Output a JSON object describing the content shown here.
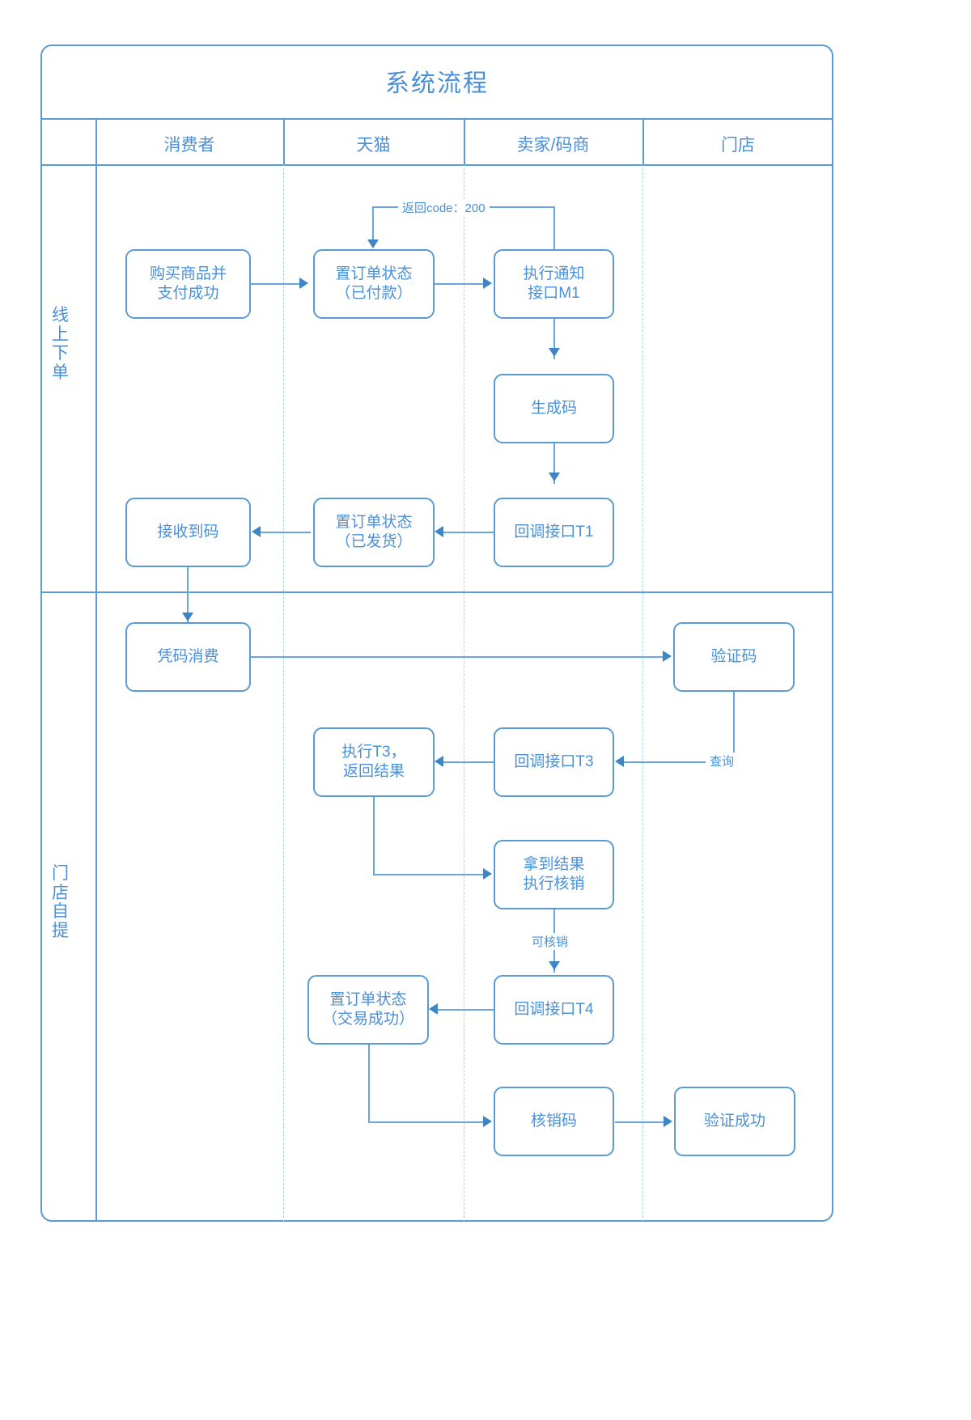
{
  "diagram": {
    "title": "系统流程",
    "columns": [
      "消费者",
      "天猫",
      "卖家/码商",
      "门店"
    ],
    "swimlanes": [
      {
        "label": "线上下单"
      },
      {
        "label": "门店自提"
      }
    ],
    "nodes": {
      "buy": "购买商品并\n支付成功",
      "buy_l1": "购买商品并",
      "buy_l2": "支付成功",
      "order_paid_l1": "置订单状态",
      "order_paid_l2": "（已付款）",
      "notify_m1_l1": "执行通知",
      "notify_m1_l2": "接口M1",
      "gen_code": "生成码",
      "callback_t1": "回调接口T1",
      "order_shipped_l1": "置订单状态",
      "order_shipped_l2": "（已发货）",
      "receive_code": "接收到码",
      "consume_code": "凭码消费",
      "verify_code": "验证码",
      "exec_t3_l1": "执行T3，",
      "exec_t3_l2": "返回结果",
      "callback_t3": "回调接口T3",
      "get_result_l1": "拿到结果",
      "get_result_l2": "执行核销",
      "callback_t4": "回调接口T4",
      "order_success_l1": "置订单状态",
      "order_success_l2": "（交易成功）",
      "write_off_code": "核销码",
      "verify_success": "验证成功"
    },
    "edge_labels": {
      "return_code": "返回code：200",
      "query": "查询",
      "can_write_off": "可核销"
    },
    "colors": {
      "stroke": "#5b9bd5",
      "text": "#4a90d9",
      "connector": "#6aa6dd",
      "arrow": "#3d86c6",
      "dashed_divider": "#a8cdee",
      "background": "#ffffff"
    }
  }
}
